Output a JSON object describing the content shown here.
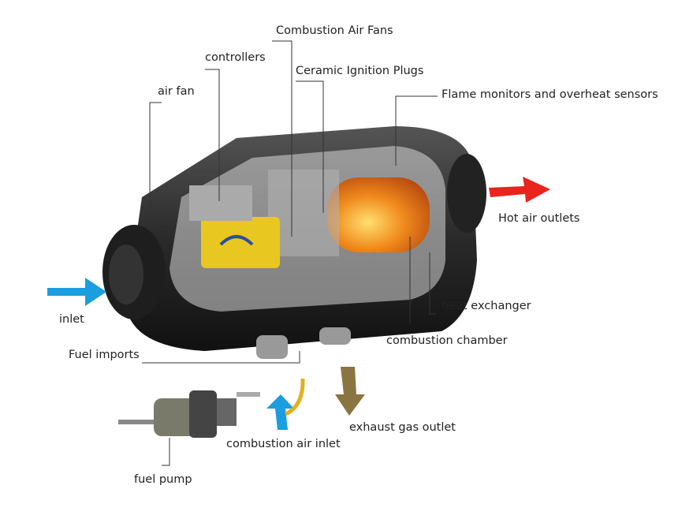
{
  "labels": {
    "combustion_air_fans": "Combustion Air Fans",
    "controllers": "controllers",
    "ceramic_ignition_plugs": "Ceramic Ignition Plugs",
    "flame_monitors": "Flame monitors and overheat sensors",
    "air_fan": "air fan",
    "hot_air_outlets": "Hot air outlets",
    "heat_exchanger": "heat exchanger",
    "combustion_chamber": "combustion chamber",
    "inlet": "inlet",
    "fuel_imports": "Fuel imports",
    "exhaust_gas_outlet": "exhaust gas outlet",
    "combustion_air_inlet": "combustion air inlet",
    "fuel_pump": "fuel pump"
  },
  "colors": {
    "inlet_arrow": "#1a9ee0",
    "hot_air_arrow": "#e8241c",
    "exhaust_arrow": "#8a7440",
    "body": "#2a2a2a",
    "chamber": "#f08a1c",
    "controller": "#e8c820"
  }
}
